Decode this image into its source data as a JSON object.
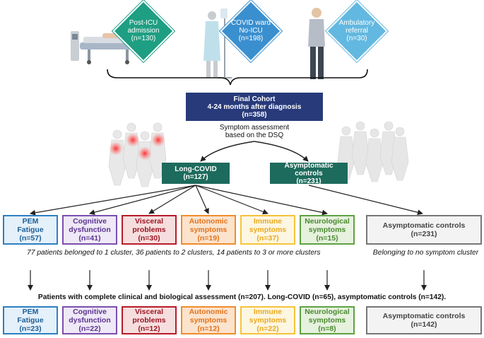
{
  "sources": [
    {
      "line1": "Post-ICU",
      "line2": "admission",
      "line3": "(n=130)",
      "color": "#1e9e82"
    },
    {
      "line1": "COVID ward",
      "line2": "No-ICU",
      "line3": "(n=198)",
      "color": "#3a8fcf"
    },
    {
      "line1": "Ambulatory",
      "line2": "referral",
      "line3": "(n=30)",
      "color": "#62b8e0"
    }
  ],
  "final_cohort": {
    "line1": "Final Cohort",
    "line2": "4-24 months after diagnosis",
    "line3": "(n=358)",
    "color": "#283a7a"
  },
  "assessment": {
    "line1": "Symptom assessment",
    "line2": "based on the DSQ"
  },
  "groups": {
    "long_covid": {
      "line1": "Long-COVID",
      "line2": "(n=127)",
      "color": "#1d6b5c"
    },
    "controls": {
      "line1": "Asymptomatic controls",
      "line2": "(n=231)",
      "color": "#1d6b5c"
    }
  },
  "clusters_row1": [
    {
      "line1": "PEM",
      "line2": "Fatigue",
      "line3": "(n=57)",
      "border": "#2d7fc1",
      "bg": "#e4f0fa",
      "text": "#1f5f97"
    },
    {
      "line1": "Cognitive",
      "line2": "dysfunction",
      "line3": "(n=41)",
      "border": "#7b4fae",
      "bg": "#efe8f6",
      "text": "#5b3490"
    },
    {
      "line1": "Visceral",
      "line2": "problems",
      "line3": "(n=30)",
      "border": "#b71c2a",
      "bg": "#f6dede",
      "text": "#9a1622"
    },
    {
      "line1": "Autonomic",
      "line2": "symptoms",
      "line3": "(n=19)",
      "border": "#f08c2a",
      "bg": "#fbe3cd",
      "text": "#e2731b"
    },
    {
      "line1": "Immune",
      "line2": "symptoms",
      "line3": "(n=37)",
      "border": "#f5c33b",
      "bg": "#fdf6e0",
      "text": "#eaa91e"
    },
    {
      "line1": "Neurological",
      "line2": "symptoms",
      "line3": "(n=15)",
      "border": "#5ea142",
      "bg": "#e6f1de",
      "text": "#4a8a30"
    }
  ],
  "controls_row1": {
    "label": "Asymptomatic controls",
    "count": "(n=231)"
  },
  "note_left": "77 patients belonged to 1 cluster, 36 patients to 2 clusters, 14 patients to 3 or more clusters",
  "note_right": "Belonging to no symptom cluster",
  "assessment_note": "Patients with complete clinical and biological assessment (n=207). Long-COVID (n=65), asymptomatic controls (n=142).",
  "clusters_row2": [
    {
      "line1": "PEM",
      "line2": "Fatigue",
      "line3": "(n=23)",
      "border": "#2d7fc1",
      "bg": "#e4f0fa",
      "text": "#1f5f97"
    },
    {
      "line1": "Cognitive",
      "line2": "dysfunction",
      "line3": "(n=22)",
      "border": "#7b4fae",
      "bg": "#efe8f6",
      "text": "#5b3490"
    },
    {
      "line1": "Visceral",
      "line2": "problems",
      "line3": "(n=12)",
      "border": "#b71c2a",
      "bg": "#f6dede",
      "text": "#9a1622"
    },
    {
      "line1": "Autonomic",
      "line2": "symptoms",
      "line3": "(n=12)",
      "border": "#f08c2a",
      "bg": "#fbe3cd",
      "text": "#e2731b"
    },
    {
      "line1": "Immune",
      "line2": "symptoms",
      "line3": "(n=22)",
      "border": "#f5c33b",
      "bg": "#fdf6e0",
      "text": "#eaa91e"
    },
    {
      "line1": "Neurological",
      "line2": "symptoms",
      "line3": "(n=8)",
      "border": "#5ea142",
      "bg": "#e6f1de",
      "text": "#4a8a30"
    }
  ],
  "controls_row2": {
    "label": "Asymptomatic controls",
    "count": "(n=142)"
  },
  "icons": {
    "icu_bed": "hospital-bed-icon",
    "ward_patient": "patient-iv-icon",
    "ambulatory": "standing-person-icon",
    "symptomatic": "body-pain-icon",
    "healthy": "body-silhouette-icon"
  }
}
